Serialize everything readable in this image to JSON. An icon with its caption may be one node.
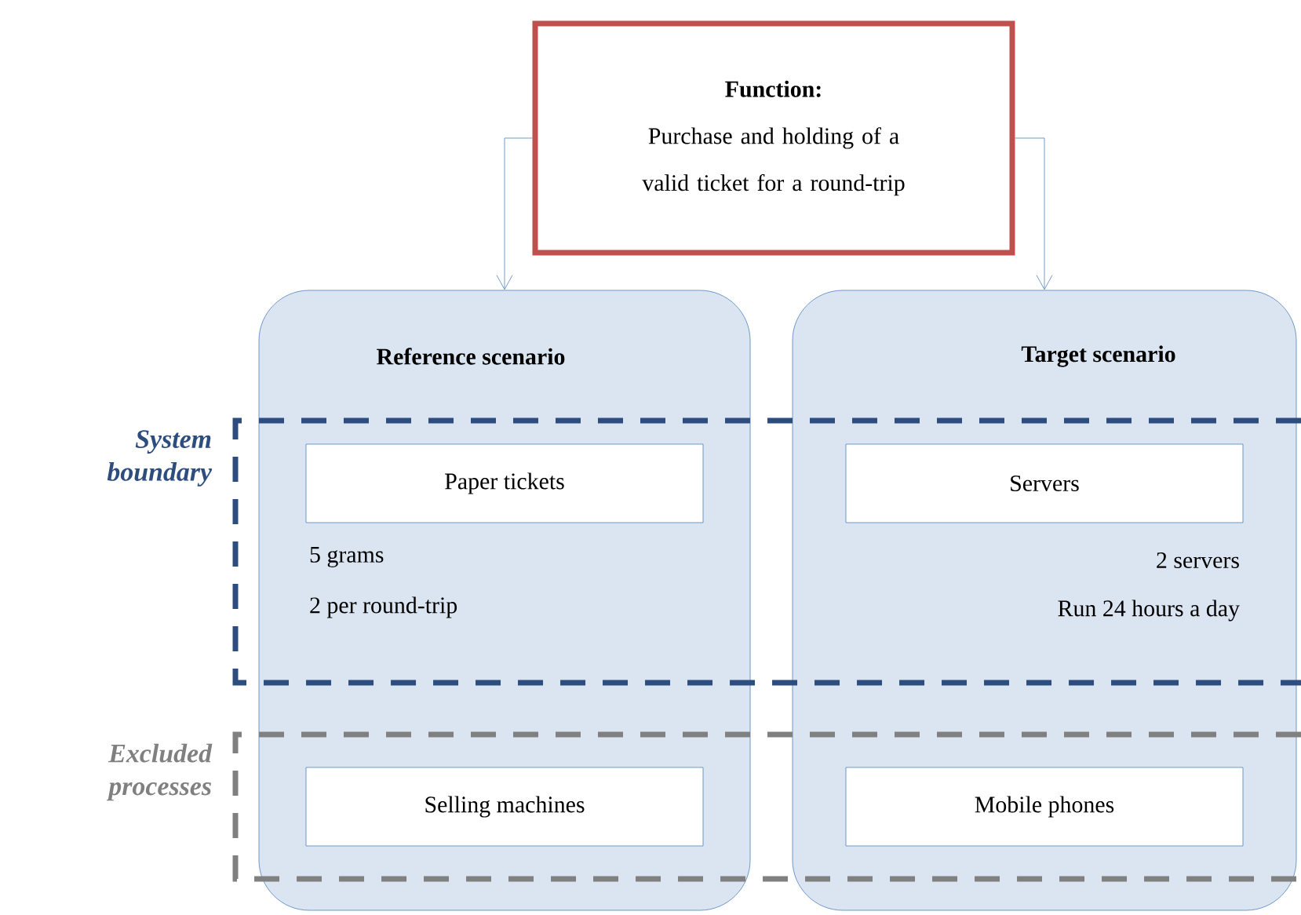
{
  "diagram": {
    "nodes": [
      {
        "text": [
          "Function:",
          "Purchase and holding of a valid ticket for a round-trip"
        ]
      },
      {
        "text": [
          "Reference scenario"
        ]
      },
      {
        "text": [
          "Target scenario"
        ]
      },
      {
        "text": [
          "Paper tickets"
        ],
        "in": 1,
        "beside": [
          "5 grams",
          "2 per round-trip"
        ]
      },
      {
        "text": [
          "Servers"
        ],
        "in": 2,
        "beside": [
          "2 servers",
          "Run 24 hours a day"
        ]
      },
      {
        "text": [
          "Selling machines"
        ],
        "in": 1
      },
      {
        "text": [
          "Mobile phones"
        ],
        "in": 2
      },
      {
        "text": [
          "System boundary"
        ]
      },
      {
        "text": [
          "Excluded processes"
        ]
      }
    ],
    "edges": [
      {
        "from": 0,
        "to": 1,
        "arrow": "to"
      },
      {
        "from": 0,
        "to": 2,
        "arrow": "to"
      }
    ]
  }
}
